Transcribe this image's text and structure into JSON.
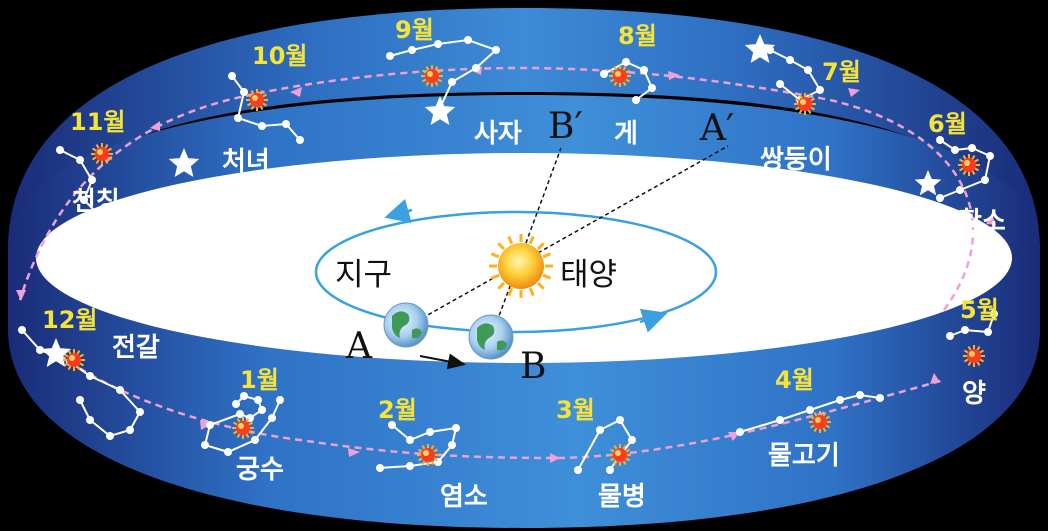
{
  "colors": {
    "band_light": "#3d8bd6",
    "band_dark": "#1b2f7a",
    "month_label": "#f5e33a",
    "path_arrow": "#f0a0d8",
    "orbit": "#3aa0e0"
  },
  "center": {
    "sun_label": "태양",
    "earth_label": "지구",
    "point_a": "A",
    "point_b": "B",
    "point_a_prime": "A′",
    "point_b_prime": "B′"
  },
  "months": [
    {
      "id": "m1",
      "month": "1월",
      "constellation": "궁수"
    },
    {
      "id": "m2",
      "month": "2월",
      "constellation": "염소"
    },
    {
      "id": "m3",
      "month": "3월",
      "constellation": "물병"
    },
    {
      "id": "m4",
      "month": "4월",
      "constellation": "물고기"
    },
    {
      "id": "m5",
      "month": "5월",
      "constellation": "양"
    },
    {
      "id": "m6",
      "month": "6월",
      "constellation": "황소"
    },
    {
      "id": "m7",
      "month": "7월",
      "constellation": "쌍둥이"
    },
    {
      "id": "m8",
      "month": "8월",
      "constellation": "게"
    },
    {
      "id": "m9",
      "month": "9월",
      "constellation": "사자"
    },
    {
      "id": "m10",
      "month": "10월",
      "constellation": "처녀"
    },
    {
      "id": "m11",
      "month": "11월",
      "constellation": "천칭"
    },
    {
      "id": "m12",
      "month": "12월",
      "constellation": "전갈"
    }
  ]
}
